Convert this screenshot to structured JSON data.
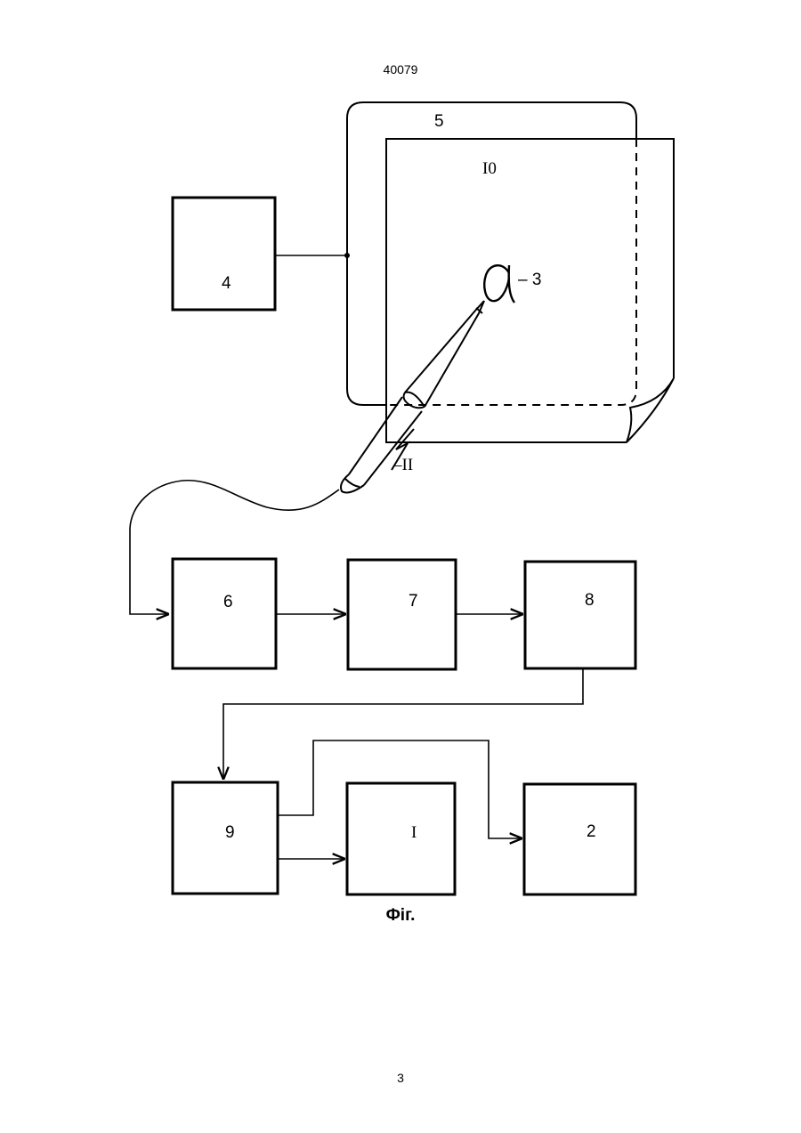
{
  "header": {
    "document_number": "40079"
  },
  "figure": {
    "caption": "Фіг.",
    "blocks": {
      "b4": "4",
      "b6": "6",
      "b7": "7",
      "b8": "8",
      "b9": "9",
      "b1": "I",
      "b2": "2"
    },
    "labels": {
      "tablet": "5",
      "sheet": "I0",
      "letter": "a",
      "letter_ref": "– 3",
      "pen_ref": "–II"
    }
  },
  "footer": {
    "page_number": "3"
  }
}
